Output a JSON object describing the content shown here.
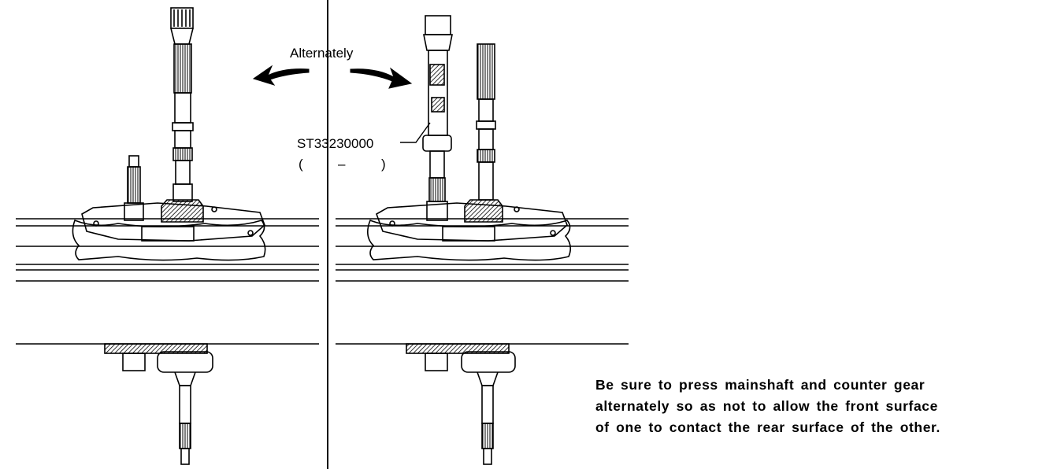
{
  "labels": {
    "alternately": "Alternately",
    "tool_number": "ST33230000",
    "tool_paren_open": "(",
    "tool_dash": "–",
    "tool_paren_close": ")"
  },
  "note": {
    "lines": [
      "Be sure to press mainshaft and counter gear",
      "alternately so as not to allow the front surface",
      "of one to contact the rear surface of the other."
    ]
  }
}
